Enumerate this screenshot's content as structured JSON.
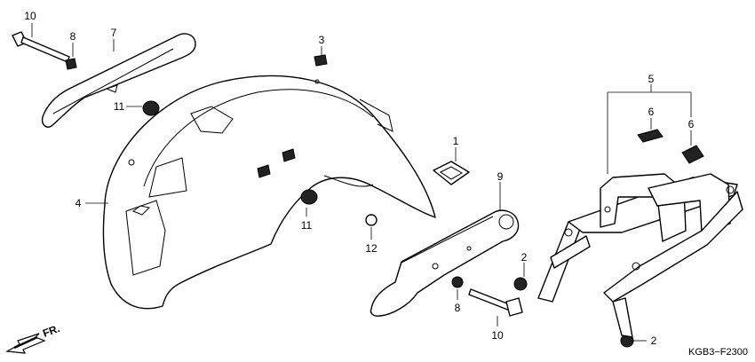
{
  "diagram": {
    "callouts": [
      {
        "id": "c10a",
        "text": "10"
      },
      {
        "id": "c8a",
        "text": "8"
      },
      {
        "id": "c7",
        "text": "7"
      },
      {
        "id": "c3",
        "text": "3"
      },
      {
        "id": "c11a",
        "text": "11"
      },
      {
        "id": "c4",
        "text": "4"
      },
      {
        "id": "c1",
        "text": "1"
      },
      {
        "id": "c9",
        "text": "9"
      },
      {
        "id": "c11b",
        "text": "11"
      },
      {
        "id": "c12",
        "text": "12"
      },
      {
        "id": "c8b",
        "text": "8"
      },
      {
        "id": "c10b",
        "text": "10"
      },
      {
        "id": "c2a",
        "text": "2"
      },
      {
        "id": "c5",
        "text": "5"
      },
      {
        "id": "c6a",
        "text": "6"
      },
      {
        "id": "c6b",
        "text": "6"
      },
      {
        "id": "c2b",
        "text": "2"
      }
    ],
    "direction_label": "FR.",
    "figure_code": "KGB3−F2300"
  }
}
